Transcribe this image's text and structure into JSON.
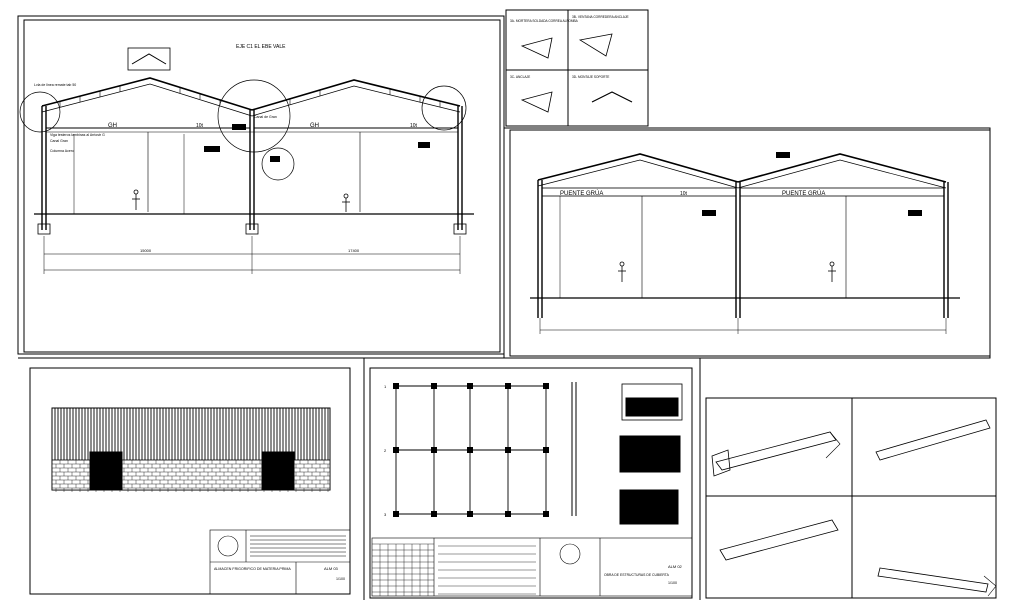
{
  "sheet": {
    "view_top_left": {
      "section_title": "EJE C1 EL EBE VALE",
      "left_span_label": "GH",
      "right_span_label": "GH",
      "span_marks": [
        "10t",
        "10t"
      ],
      "note_top_left": "Lvla de linea remate tab 50",
      "note_eave": "Canal Gran",
      "note_column": "Columna Acero",
      "note_mid": "Canal de Gran",
      "note_rail": "Viga testeros lambinas al Arriostr G",
      "dim_bottom": [
        "15000",
        "17400"
      ]
    },
    "view_right": {
      "crane_left": "PUENTE GRÚA",
      "crane_right": "PUENTE GRÚA",
      "span_mark": "10t"
    },
    "detail_labels": {
      "d1": "3A- MORTERA SOLDADA CORREA ALFOMBA",
      "d2": "3B- VENTANA CORREDERA ANCLAJE",
      "d3": "3C- ANCLAJE",
      "d4": "3D- MONTAJE SOPORTE"
    },
    "title_block_1": {
      "heading": "ALMACEN FRIGORIFICO DE MATERIA PRIMA",
      "sheet_no": "ALM 03",
      "scale": "1/100"
    },
    "title_block_2": {
      "heading": "OBRA DE ESTRUCTURAS DE CUBIERTA",
      "sheet_no": "ALM 02",
      "scale": "1/100"
    },
    "grid_axes": [
      "1",
      "2",
      "3"
    ]
  }
}
